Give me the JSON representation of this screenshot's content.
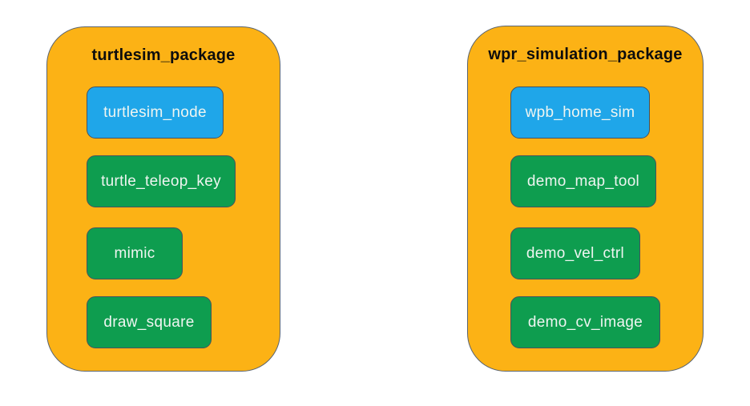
{
  "colors": {
    "background": "#FFFFFF",
    "package_fill": "#FCB215",
    "package_border": "#5A6470",
    "node_border": "#47525C",
    "blue_node_fill": "#1FA6E9",
    "green_node_fill": "#0E9D4F",
    "node_text": "#EFF5F1",
    "title_text": "#0D0D0D"
  },
  "packages": [
    {
      "title": "turtlesim_package",
      "nodes": [
        {
          "label": "turtlesim_node",
          "fill": "#1FA6E9"
        },
        {
          "label": "turtle_teleop_key",
          "fill": "#0E9D4F"
        },
        {
          "label": "mimic",
          "fill": "#0E9D4F"
        },
        {
          "label": "draw_square",
          "fill": "#0E9D4F"
        }
      ]
    },
    {
      "title": "wpr_simulation_package",
      "nodes": [
        {
          "label": "wpb_home_sim",
          "fill": "#1FA6E9"
        },
        {
          "label": "demo_map_tool",
          "fill": "#0E9D4F"
        },
        {
          "label": "demo_vel_ctrl",
          "fill": "#0E9D4F"
        },
        {
          "label": "demo_cv_image",
          "fill": "#0E9D4F"
        }
      ]
    }
  ]
}
